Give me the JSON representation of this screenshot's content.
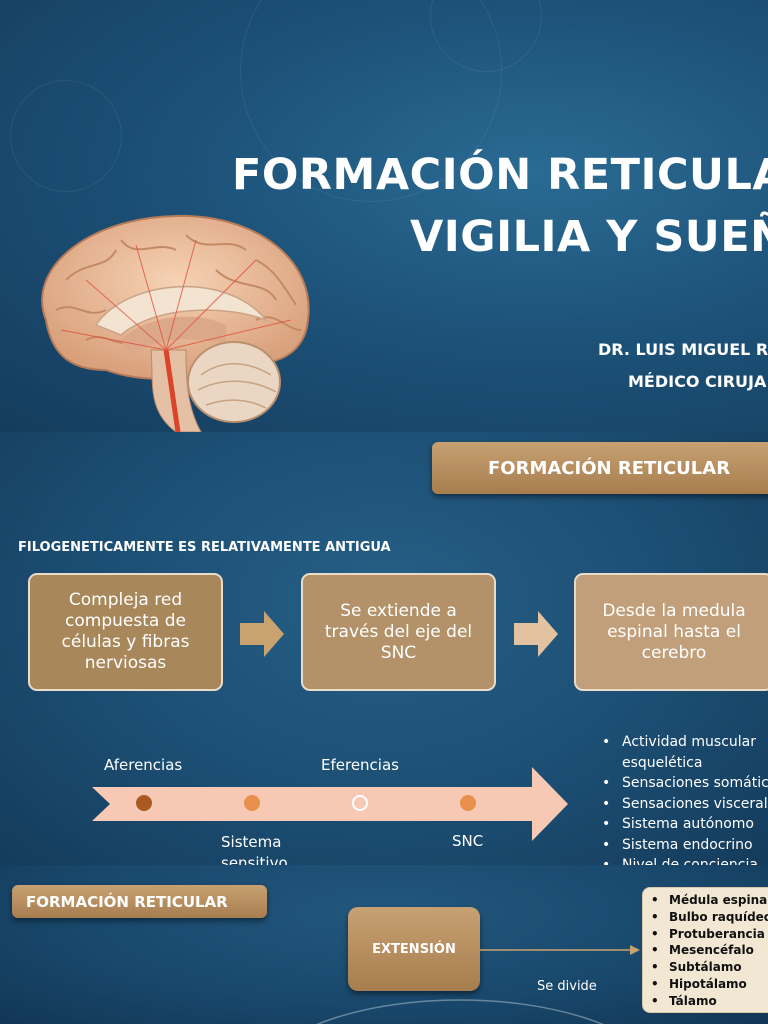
{
  "slide1": {
    "title_line1": "FORMACIÓN RETICULA",
    "title_line2": "VIGILIA Y SUEÑO",
    "author_name": "DR. LUIS MIGUEL R",
    "author_role": "MÉDICO CIRUJA",
    "image_icon": "brain-sagittal-illustration"
  },
  "slide2": {
    "banner": "FORMACIÓN RETICULAR",
    "subtitle": "FILOGENETICAMENTE ES RELATIVAMENTE ANTIGUA",
    "boxes": [
      "Compleja red compuesta de células y fibras nerviosas",
      "Se extiende a través del eje del SNC",
      "Desde la medula espinal hasta el cerebro"
    ],
    "timeline_top": [
      "Aferencias",
      "Eferencias"
    ],
    "timeline_bottom": [
      "Sistema sensitivo",
      "SNC"
    ],
    "bullets": [
      "Actividad muscular esquelética",
      "Sensaciones somátic",
      "Sensaciones viscerale",
      "Sistema autónomo",
      "Sistema endocrino",
      "Nivel de conciencia"
    ],
    "colors": {
      "box1": "#a8875a",
      "box2": "#b3926a",
      "box3": "#c19f7a",
      "arrow": "#c9a36f",
      "timeline": "#f7c9b5"
    }
  },
  "slide3": {
    "banner": "FORMACIÓN RETICULAR",
    "node": "EXTENSIÓN",
    "connector_label": "Se divide",
    "structures": [
      "Médula espinal",
      "Bulbo raquídeo",
      "Protuberancia",
      "Mesencéfalo",
      "Subtálamo",
      "Hipotálamo",
      "Tálamo"
    ]
  }
}
